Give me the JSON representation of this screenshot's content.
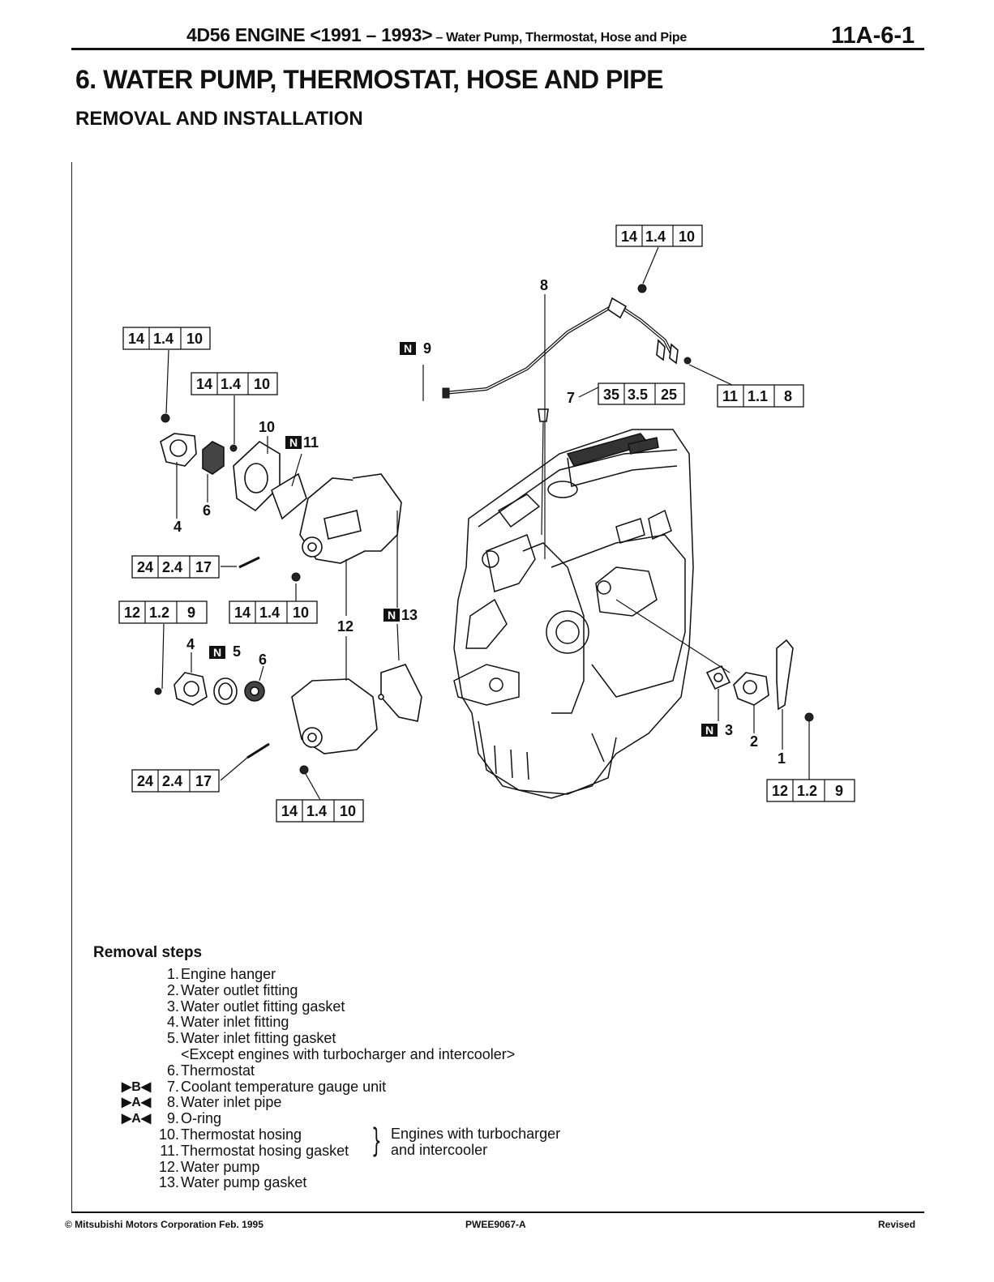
{
  "header": {
    "engine": "4D56 ENGINE <1991 – 1993>",
    "subject": " – Water Pump, Thermostat, Hose and Pipe",
    "page": "11A-6-1"
  },
  "section": {
    "title": "6. WATER PUMP, THERMOSTAT, HOSE AND PIPE",
    "subtitle": "REMOVAL AND INSTALLATION"
  },
  "torque_boxes": [
    [
      "14",
      "1.4",
      "10"
    ],
    [
      "14",
      "1.4",
      "10"
    ],
    [
      "14",
      "1.4",
      "10"
    ],
    [
      "35",
      "3.5",
      "25"
    ],
    [
      "11",
      "1.1",
      "8"
    ],
    [
      "24",
      "2.4",
      "17"
    ],
    [
      "12",
      "1.2",
      "9"
    ],
    [
      "14",
      "1.4",
      "10"
    ],
    [
      "24",
      "2.4",
      "17"
    ],
    [
      "14",
      "1.4",
      "10"
    ],
    [
      "12",
      "1.2",
      "9"
    ]
  ],
  "part_numbers": [
    "8",
    "9",
    "7",
    "10",
    "11",
    "4",
    "6",
    "12",
    "13",
    "4",
    "5",
    "6",
    "3",
    "2",
    "1"
  ],
  "new_part_mark": "N",
  "removal": {
    "title": "Removal steps",
    "steps": [
      {
        "mark": "",
        "num": "1.",
        "text": "Engine hanger"
      },
      {
        "mark": "",
        "num": "2.",
        "text": "Water outlet fitting"
      },
      {
        "mark": "",
        "num": "3.",
        "text": "Water outlet fitting gasket"
      },
      {
        "mark": "",
        "num": "4.",
        "text": "Water inlet fitting"
      },
      {
        "mark": "",
        "num": "5.",
        "text": "Water inlet fitting gasket"
      },
      {
        "mark": "",
        "num": "",
        "text": "<Except engines with turbocharger and intercooler>"
      },
      {
        "mark": "",
        "num": "6.",
        "text": "Thermostat"
      },
      {
        "mark": "▶B◀",
        "num": "7.",
        "text": "Coolant temperature gauge unit"
      },
      {
        "mark": "▶A◀",
        "num": "8.",
        "text": "Water inlet pipe"
      },
      {
        "mark": "▶A◀",
        "num": "9.",
        "text": "O-ring"
      },
      {
        "mark": "",
        "num": "10.",
        "text": "Thermostat hosing"
      },
      {
        "mark": "",
        "num": "11.",
        "text": "Thermostat hosing gasket"
      },
      {
        "mark": "",
        "num": "12.",
        "text": "Water pump"
      },
      {
        "mark": "",
        "num": "13.",
        "text": "Water pump gasket"
      }
    ],
    "note_line1": "Engines with turbocharger",
    "note_line2": "and intercooler"
  },
  "footer": {
    "copyright": "© Mitsubishi Motors Corporation  Feb. 1995",
    "code": "PWEE9067-A",
    "status": "Revised"
  }
}
